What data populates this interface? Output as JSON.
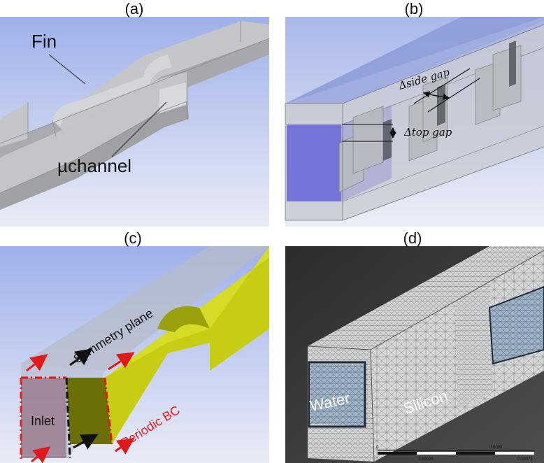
{
  "panels": {
    "a": {
      "label": "(a)",
      "fin": "Fin",
      "uchannel": "µchannel"
    },
    "b": {
      "label": "(b)",
      "side_gap": "Δside gap",
      "top_gap": "Δtop gap"
    },
    "c": {
      "label": "(c)",
      "symmetry": "Symmetry plane",
      "inlet": "Inlet",
      "periodic": "Periodic BC"
    },
    "d": {
      "label": "(d)",
      "water": "Water",
      "silicon": "Silicon",
      "scale": [
        "0",
        "0.0005",
        "0.00025",
        "0.00075"
      ]
    }
  },
  "colors": {
    "gray_top": "#c9cbd0",
    "gray_front": "#a8aaaf",
    "sky": "#c3cdf0",
    "blue_fill": "#6c6ad8",
    "yellow": "#c7cd12",
    "dark_olive": "#6c6f08",
    "inlet": "#9a7d90",
    "red": "#e01a1a",
    "mesh_bg": "#3e3e3e"
  }
}
